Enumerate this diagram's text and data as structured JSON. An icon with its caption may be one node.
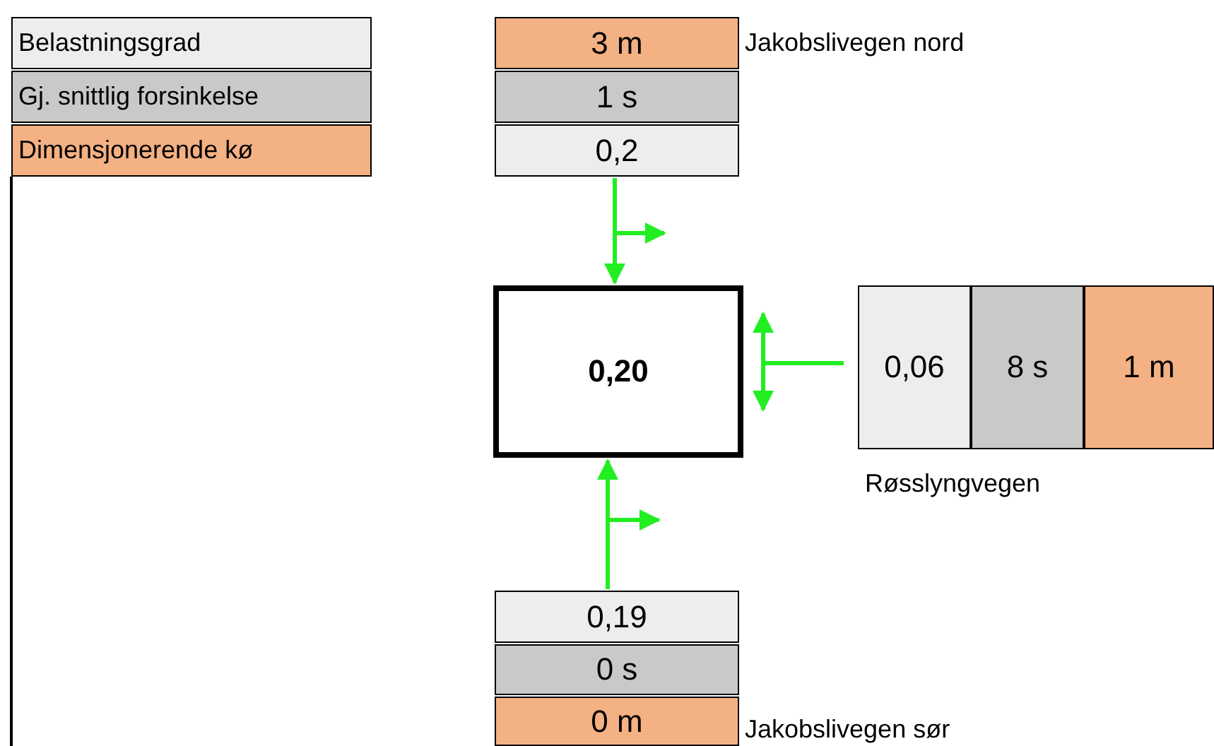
{
  "diagram": {
    "nodes": [
      {
        "text": [
          "3 m"
        ]
      },
      {
        "text": [
          "1 s"
        ]
      },
      {
        "text": [
          "0,2"
        ]
      },
      {
        "text": [
          "0,20"
        ]
      },
      {
        "text": [
          "0,06"
        ]
      },
      {
        "text": [
          "8 s"
        ]
      },
      {
        "text": [
          "1 m"
        ]
      },
      {
        "text": [
          "0,19"
        ]
      },
      {
        "text": [
          "0 s"
        ]
      },
      {
        "text": [
          "0 m"
        ]
      }
    ],
    "edges": [
      {
        "from": 2,
        "to": 3,
        "arrow": "to"
      },
      {
        "from": 7,
        "to": 3,
        "arrow": "to"
      }
    ],
    "labels": [
      "Jakobslivegen nord",
      "Røsslyngvegen",
      "Jakobslivegen sør"
    ],
    "legend": [
      {
        "text": "Belastningsgrad",
        "color": "#ededed"
      },
      {
        "text": "Gj. snittlig forsinkelse",
        "color": "#c9c9c9"
      },
      {
        "text": "Dimensjonerende kø",
        "color": "#f4b183"
      }
    ]
  }
}
